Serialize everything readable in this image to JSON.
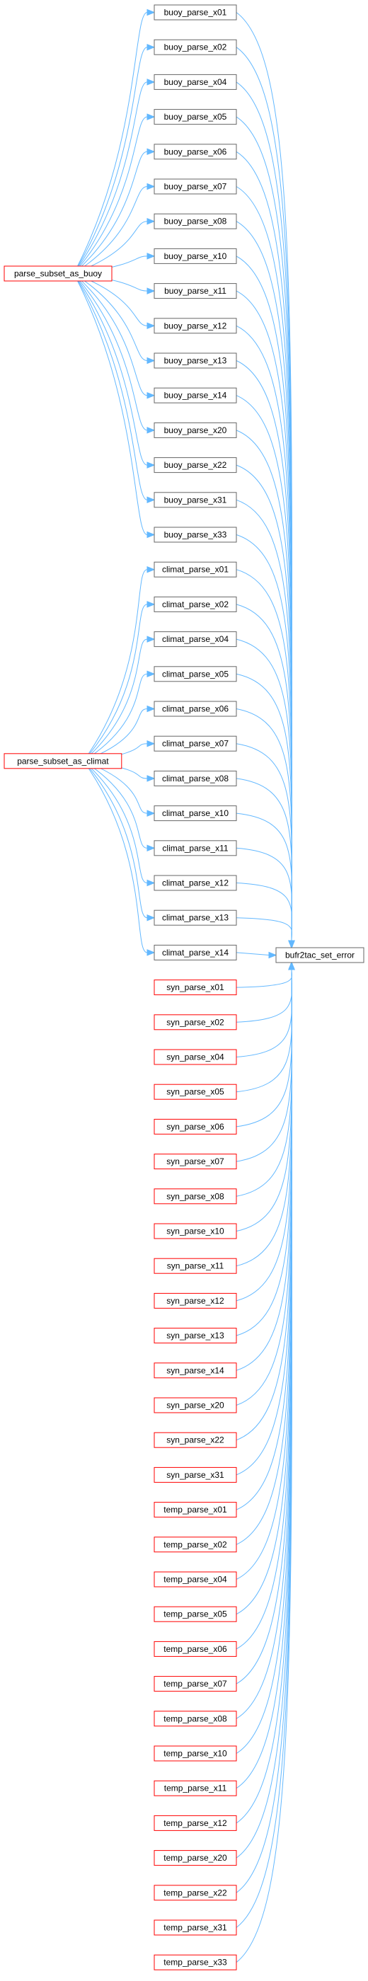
{
  "colors": {
    "edge": "#63b8ff",
    "border_normal": "#666666",
    "border_incomplete": "#ff0000",
    "target_fill": "#999999",
    "text": "#000000"
  },
  "target": {
    "label": "bufr2tac_set_error"
  },
  "groups": [
    {
      "hub": {
        "label": "parse_subset_as_buoy",
        "incomplete": true
      },
      "items": [
        {
          "label": "buoy_parse_x01",
          "incomplete": false
        },
        {
          "label": "buoy_parse_x02",
          "incomplete": false
        },
        {
          "label": "buoy_parse_x04",
          "incomplete": false
        },
        {
          "label": "buoy_parse_x05",
          "incomplete": false
        },
        {
          "label": "buoy_parse_x06",
          "incomplete": false
        },
        {
          "label": "buoy_parse_x07",
          "incomplete": false
        },
        {
          "label": "buoy_parse_x08",
          "incomplete": false
        },
        {
          "label": "buoy_parse_x10",
          "incomplete": false
        },
        {
          "label": "buoy_parse_x11",
          "incomplete": false
        },
        {
          "label": "buoy_parse_x12",
          "incomplete": false
        },
        {
          "label": "buoy_parse_x13",
          "incomplete": false
        },
        {
          "label": "buoy_parse_x14",
          "incomplete": false
        },
        {
          "label": "buoy_parse_x20",
          "incomplete": false
        },
        {
          "label": "buoy_parse_x22",
          "incomplete": false
        },
        {
          "label": "buoy_parse_x31",
          "incomplete": false
        },
        {
          "label": "buoy_parse_x33",
          "incomplete": false
        }
      ]
    },
    {
      "hub": {
        "label": "parse_subset_as_climat",
        "incomplete": true
      },
      "items": [
        {
          "label": "climat_parse_x01",
          "incomplete": false
        },
        {
          "label": "climat_parse_x02",
          "incomplete": false
        },
        {
          "label": "climat_parse_x04",
          "incomplete": false
        },
        {
          "label": "climat_parse_x05",
          "incomplete": false
        },
        {
          "label": "climat_parse_x06",
          "incomplete": false
        },
        {
          "label": "climat_parse_x07",
          "incomplete": false
        },
        {
          "label": "climat_parse_x08",
          "incomplete": false
        },
        {
          "label": "climat_parse_x10",
          "incomplete": false
        },
        {
          "label": "climat_parse_x11",
          "incomplete": false
        },
        {
          "label": "climat_parse_x12",
          "incomplete": false
        },
        {
          "label": "climat_parse_x13",
          "incomplete": false
        },
        {
          "label": "climat_parse_x14",
          "incomplete": false
        }
      ]
    },
    {
      "hub": null,
      "items": [
        {
          "label": "syn_parse_x01",
          "incomplete": true
        },
        {
          "label": "syn_parse_x02",
          "incomplete": true
        },
        {
          "label": "syn_parse_x04",
          "incomplete": true
        },
        {
          "label": "syn_parse_x05",
          "incomplete": true
        },
        {
          "label": "syn_parse_x06",
          "incomplete": true
        },
        {
          "label": "syn_parse_x07",
          "incomplete": true
        },
        {
          "label": "syn_parse_x08",
          "incomplete": true
        },
        {
          "label": "syn_parse_x10",
          "incomplete": true
        },
        {
          "label": "syn_parse_x11",
          "incomplete": true
        },
        {
          "label": "syn_parse_x12",
          "incomplete": true
        },
        {
          "label": "syn_parse_x13",
          "incomplete": true
        },
        {
          "label": "syn_parse_x14",
          "incomplete": true
        },
        {
          "label": "syn_parse_x20",
          "incomplete": true
        },
        {
          "label": "syn_parse_x22",
          "incomplete": true
        },
        {
          "label": "syn_parse_x31",
          "incomplete": true
        },
        {
          "label": "temp_parse_x01",
          "incomplete": true
        },
        {
          "label": "temp_parse_x02",
          "incomplete": true
        },
        {
          "label": "temp_parse_x04",
          "incomplete": true
        },
        {
          "label": "temp_parse_x05",
          "incomplete": true
        },
        {
          "label": "temp_parse_x06",
          "incomplete": true
        },
        {
          "label": "temp_parse_x07",
          "incomplete": true
        },
        {
          "label": "temp_parse_x08",
          "incomplete": true
        },
        {
          "label": "temp_parse_x10",
          "incomplete": true
        },
        {
          "label": "temp_parse_x11",
          "incomplete": true
        },
        {
          "label": "temp_parse_x12",
          "incomplete": true
        },
        {
          "label": "temp_parse_x20",
          "incomplete": true
        },
        {
          "label": "temp_parse_x22",
          "incomplete": true
        },
        {
          "label": "temp_parse_x31",
          "incomplete": true
        },
        {
          "label": "temp_parse_x33",
          "incomplete": true
        }
      ]
    }
  ]
}
